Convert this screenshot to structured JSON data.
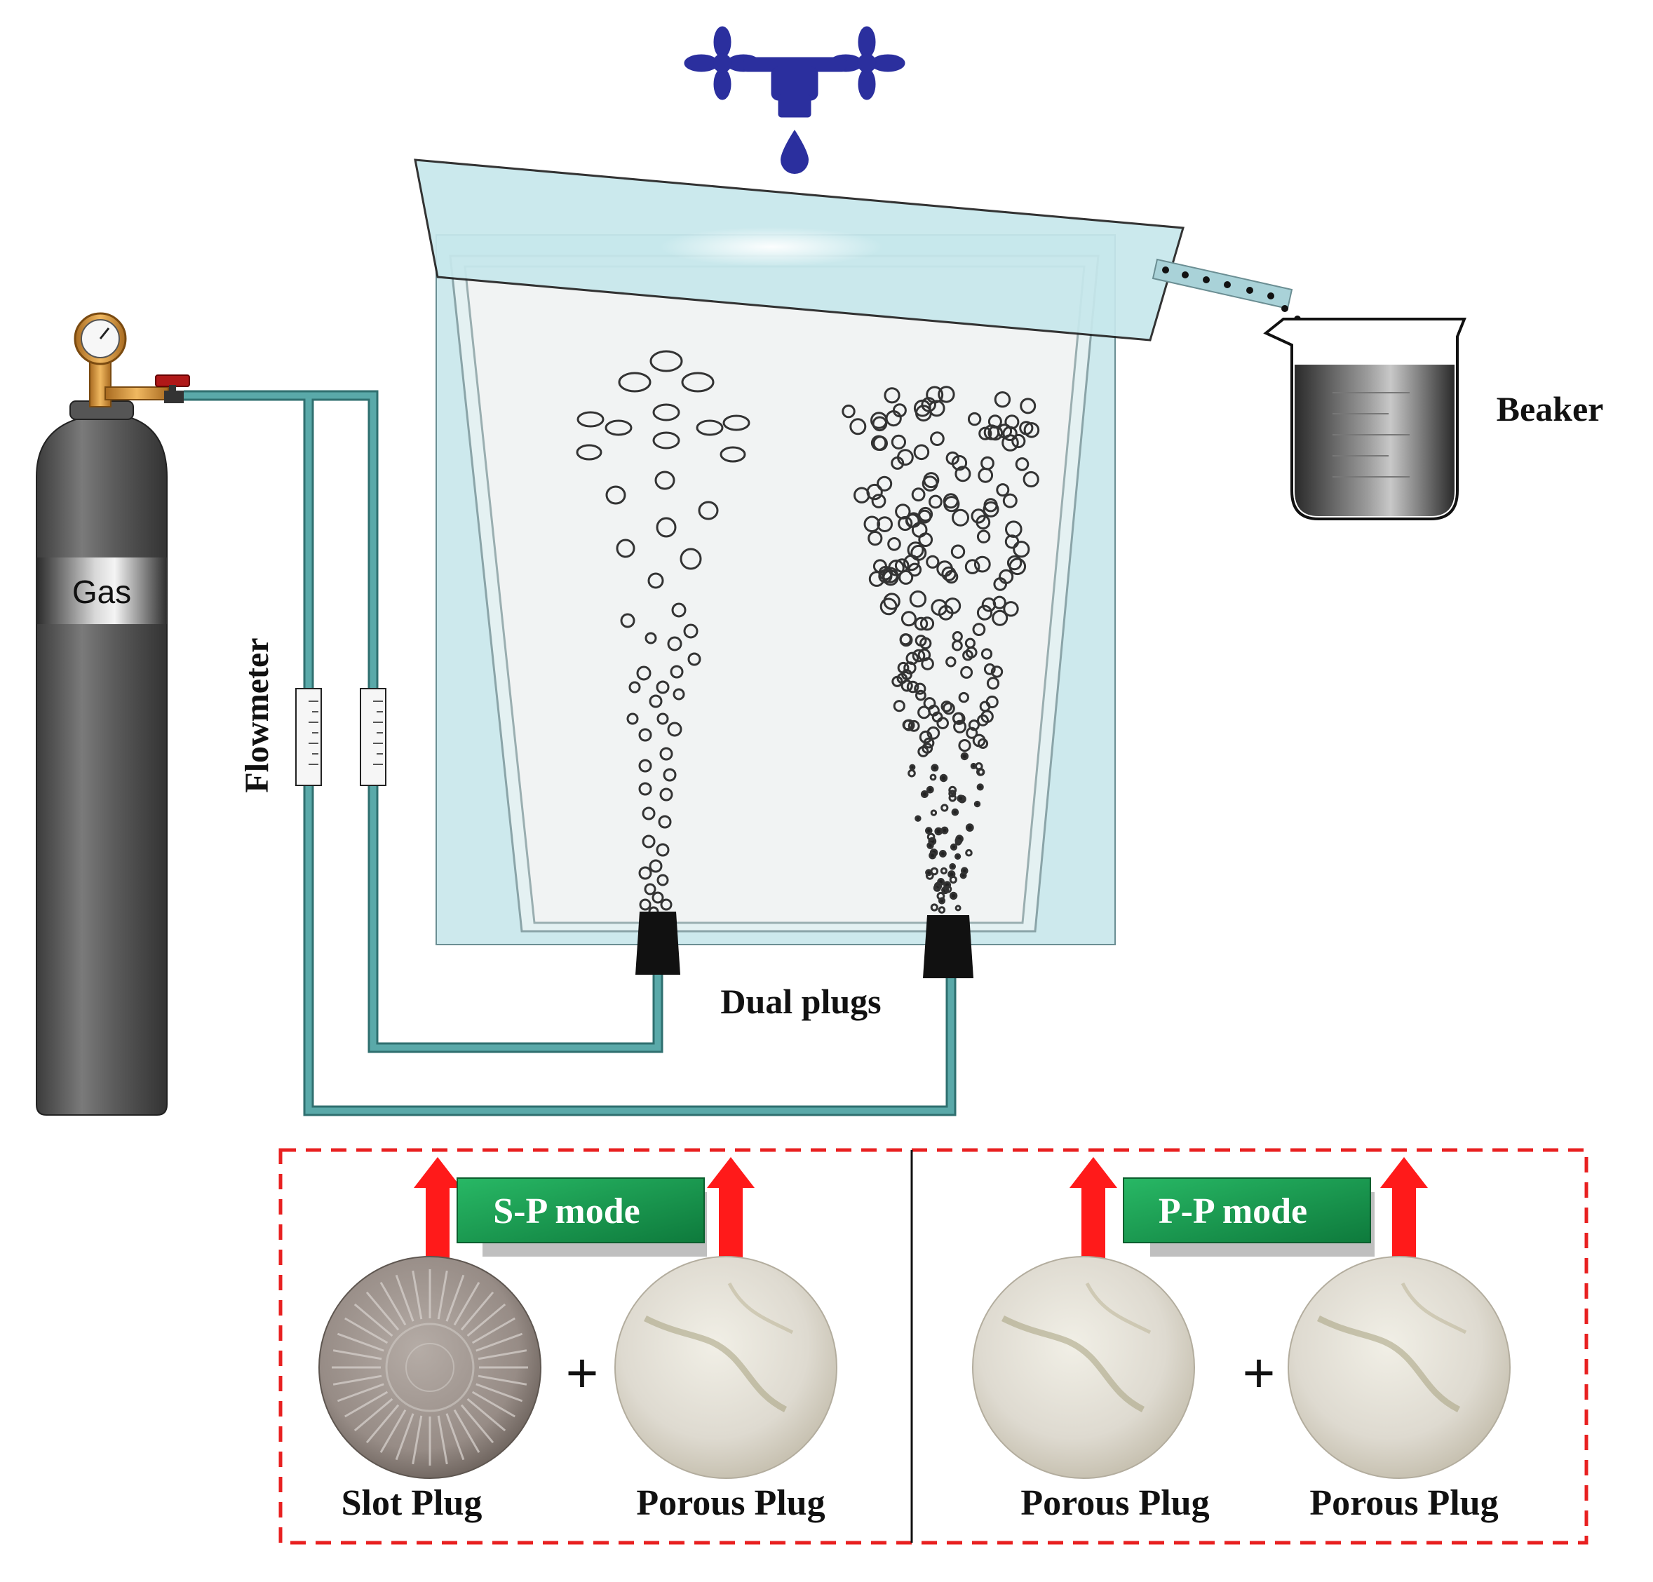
{
  "labels": {
    "gas": "Gas",
    "flowmeter": "Flowmeter",
    "beaker": "Beaker",
    "dual_plugs": "Dual plugs"
  },
  "modes": [
    {
      "title": "S-P mode",
      "plus": "+",
      "plugs": [
        {
          "label": "Slot Plug",
          "kind": "slot"
        },
        {
          "label": "Porous Plug",
          "kind": "porous"
        }
      ]
    },
    {
      "title": "P-P mode",
      "plus": "+",
      "plugs": [
        {
          "label": "Porous Plug",
          "kind": "porous"
        },
        {
          "label": "Porous Plug",
          "kind": "porous"
        }
      ]
    }
  ],
  "colors": {
    "tap": "#2b2f9e",
    "pipe": "#3f8f8f",
    "tank_water": "#d6eef0",
    "cylinder": "#5a5a5a",
    "mode_box": "#1a9b50",
    "arrow": "#ff1a1a",
    "dashed_frame": "#e82020",
    "beaker_liquid": "#3a3a3a"
  },
  "icons": [
    "tap-icon",
    "pressure-gauge-icon",
    "valve-icon",
    "gas-cylinder-icon"
  ]
}
